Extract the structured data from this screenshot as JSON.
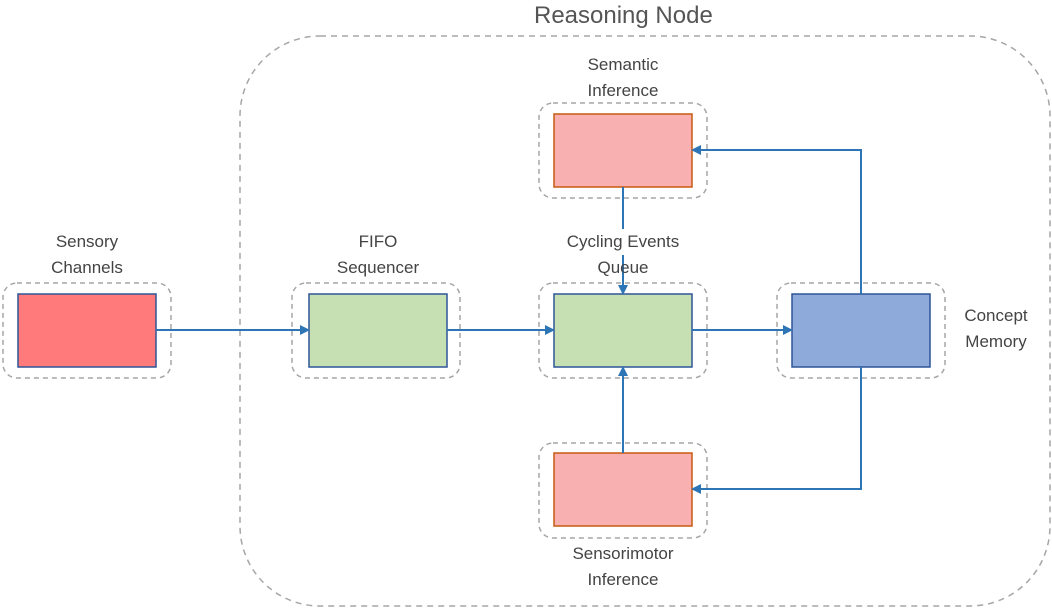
{
  "diagram": {
    "title": "Reasoning Node",
    "nodes": {
      "sensory": {
        "line1": "Sensory",
        "line2": "Channels",
        "color": "#ff7b7b"
      },
      "fifo": {
        "line1": "FIFO",
        "line2": "Sequencer",
        "color": "#c6e0b4"
      },
      "cycling": {
        "line1": "Cycling Events",
        "line2": "Queue",
        "color": "#c6e0b4"
      },
      "concept": {
        "line1": "Concept",
        "line2": "Memory",
        "color": "#8eaadb"
      },
      "semantic": {
        "line1": "Semantic",
        "line2": "Inference",
        "color": "#f8b0b0"
      },
      "sensorimotor": {
        "line1": "Sensorimotor",
        "line2": "Inference",
        "color": "#f8b0b0"
      }
    },
    "edges": [
      {
        "from": "Sensory Channels",
        "to": "FIFO Sequencer"
      },
      {
        "from": "FIFO Sequencer",
        "to": "Cycling Events Queue"
      },
      {
        "from": "Cycling Events Queue",
        "to": "Concept Memory"
      },
      {
        "from": "Concept Memory",
        "to": "Semantic Inference"
      },
      {
        "from": "Concept Memory",
        "to": "Sensorimotor Inference"
      },
      {
        "from": "Semantic Inference",
        "to": "Cycling Events Queue"
      },
      {
        "from": "Sensorimotor Inference",
        "to": "Cycling Events Queue"
      }
    ],
    "colors": {
      "arrow": "#2e75b6",
      "dashed": "#a6a6a6",
      "box_border": "#2f5597",
      "inference_border": "#c55a11"
    }
  }
}
